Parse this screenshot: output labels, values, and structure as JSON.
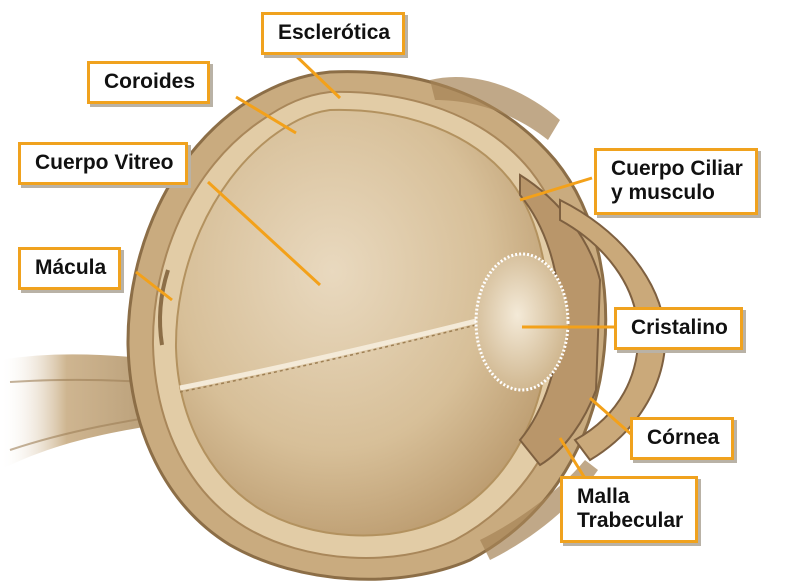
{
  "diagram": {
    "accent_color": "#f0a21e",
    "leader_color": "#f3a11a",
    "tissue_color": "#d9c3a0",
    "labels": {
      "esclerotica": "Esclerótica",
      "coroides": "Coroides",
      "cuerpo_vitreo": "Cuerpo Vitreo",
      "cuerpo_ciliar_line1": "Cuerpo Ciliar",
      "cuerpo_ciliar_line2": "y musculo",
      "macula": "Mácula",
      "cristalino": "Cristalino",
      "cornea": "Córnea",
      "malla_line1": "Malla",
      "malla_line2": "Trabecular"
    }
  }
}
